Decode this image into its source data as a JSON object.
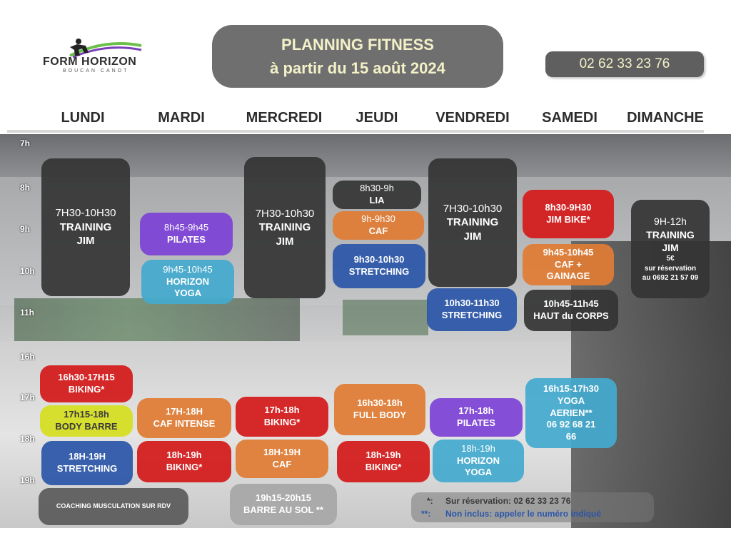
{
  "logo": {
    "name": "FORM HORIZON",
    "tagline": "BOUCAN CANOT"
  },
  "title": {
    "line1": "PLANNING FITNESS",
    "line2": "à partir du 15 août 2024"
  },
  "phone": "02 62 33 23 76",
  "days": [
    "LUNDI",
    "MARDI",
    "MERCREDI",
    "JEUDI",
    "VENDREDI",
    "SAMEDI",
    "DIMANCHE"
  ],
  "hours": [
    "7h",
    "8h",
    "9h",
    "10h",
    "11h",
    "16h",
    "17h",
    "18h",
    "19h"
  ],
  "sessions": {
    "lun_training": {
      "time": "7H30-10H30",
      "name1": "TRAINING",
      "name2": "JIM"
    },
    "lun_biking": {
      "time": "16h30-17H15",
      "name": "BIKING*"
    },
    "lun_barre": {
      "time": "17h15-18h",
      "name": "BODY BARRE"
    },
    "lun_stretch": {
      "time": "18H-19H",
      "name": "STRETCHING"
    },
    "lun_coaching": {
      "name": "COACHING  MUSCULATION SUR RDV"
    },
    "mar_pilates": {
      "time": "8h45-9h45",
      "name": "PILATES"
    },
    "mar_yoga": {
      "time": "9h45-10h45",
      "name1": "HORIZON",
      "name2": "YOGA"
    },
    "mar_caf": {
      "time": "17H-18H",
      "name": "CAF INTENSE"
    },
    "mar_biking": {
      "time": "18h-19h",
      "name": "BIKING*"
    },
    "mer_training": {
      "time": "7H30-10h30",
      "name1": "TRAINING",
      "name2": "JIM"
    },
    "mer_biking": {
      "time": "17h-18h",
      "name": "BIKING*"
    },
    "mer_caf": {
      "time": "18H-19H",
      "name": "CAF"
    },
    "mer_barre": {
      "time": "19h15-20h15",
      "name": "BARRE AU SOL **"
    },
    "jeu_lia": {
      "time": "8h30-9h",
      "name": "LIA"
    },
    "jeu_caf": {
      "time": "9h-9h30",
      "name": "CAF"
    },
    "jeu_stretch": {
      "time": "9h30-10h30",
      "name": "STRETCHING"
    },
    "jeu_full": {
      "time": "16h30-18h",
      "name": "FULL BODY"
    },
    "jeu_biking": {
      "time": "18h-19h",
      "name": "BIKING*"
    },
    "ven_training": {
      "time": "7H30-10h30",
      "name1": "TRAINING",
      "name2": "JIM"
    },
    "ven_stretch": {
      "time": "10h30-11h30",
      "name": "STRETCHING"
    },
    "ven_pilates": {
      "time": "17h-18h",
      "name": "PILATES"
    },
    "ven_yoga": {
      "time": "18h-19h",
      "name1": "HORIZON",
      "name2": "YOGA"
    },
    "sam_jimbike": {
      "time": "8h30-9H30",
      "name": "JIM BIKE*"
    },
    "sam_caf": {
      "time": "9h45-10h45",
      "name1": "CAF +",
      "name2": "GAINAGE"
    },
    "sam_haut": {
      "time": "10h45-11h45",
      "name": "HAUT du CORPS"
    },
    "sam_yoga": {
      "time": "16h15-17h30",
      "name1": "YOGA",
      "name2": "AERIEN**",
      "phone1": "06 92 68 21",
      "phone2": "66"
    },
    "dim_training": {
      "time": "9H-12h",
      "name1": "TRAINING",
      "name2": "JIM",
      "price": "5€",
      "note1": "sur réservation",
      "note2": "au 0692 21 57 09"
    }
  },
  "legend": {
    "sym1": "*:",
    "text1": "Sur réservation: 02 62 33 23 76",
    "sym2": "**:",
    "text2": "Non inclus: appeler le numéro indiqué"
  },
  "colors": {
    "dark": "#343434",
    "purple": "#7d41d6",
    "cyan": "#43aace",
    "orange": "#e07c34",
    "blue": "#2b56a8",
    "red": "#d41e1e",
    "yellow": "#d6de24",
    "gray": "#a8a8a8"
  }
}
